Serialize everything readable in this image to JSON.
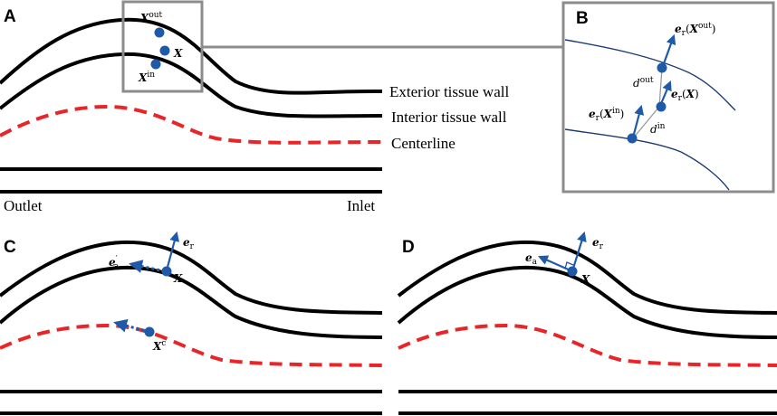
{
  "panels": {
    "a": {
      "letter": "A",
      "labels": {
        "exterior": "Exterior tissue wall",
        "interior": "Interior tissue wall",
        "centerline": "Centerline",
        "outlet": "Outlet",
        "inlet": "Inlet"
      },
      "points": {
        "x_out": {
          "base": "X",
          "sup": "out"
        },
        "x": {
          "base": "X"
        },
        "x_in": {
          "base": "X",
          "sup": "in"
        }
      }
    },
    "b": {
      "letter": "B",
      "labels": {
        "er_xout": {
          "base": "e",
          "sub": "r",
          "arg": "X",
          "arg_sup": "out"
        },
        "er_x": {
          "base": "e",
          "sub": "r",
          "arg": "X"
        },
        "er_xin": {
          "base": "e",
          "sub": "r",
          "arg": "X",
          "arg_sup": "in"
        },
        "d_out": {
          "base": "d",
          "sup": "out"
        },
        "d_in": {
          "base": "d",
          "sup": "in"
        }
      }
    },
    "c": {
      "letter": "C",
      "labels": {
        "er": {
          "base": "e",
          "sub": "r"
        },
        "ea_prime": {
          "base": "e",
          "sub": "a",
          "prime": "′"
        },
        "x": {
          "base": "X"
        },
        "xc": {
          "base": "X",
          "sup": "c"
        }
      }
    },
    "d": {
      "letter": "D",
      "labels": {
        "er": {
          "base": "e",
          "sub": "r"
        },
        "ea": {
          "base": "e",
          "sub": "a"
        },
        "x": {
          "base": "X"
        }
      }
    }
  },
  "colors": {
    "wall": "#000000",
    "centerline": "#e8262a",
    "vector": "#1f5aa8",
    "inset_frame": "#8c8c8c"
  }
}
